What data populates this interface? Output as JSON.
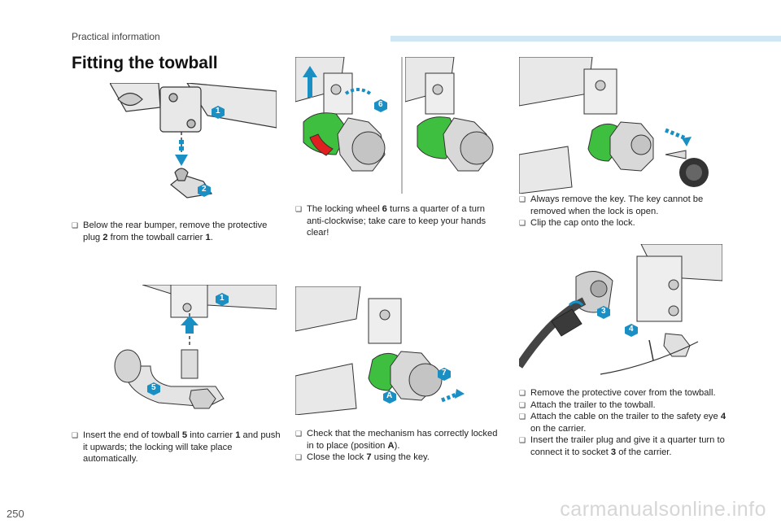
{
  "header": {
    "section": "Practical information"
  },
  "page": {
    "title": "Fitting the towball",
    "number": "250"
  },
  "watermark": "carmanualsonline.info",
  "steps": {
    "s1": [
      {
        "pre": "Below the rear bumper, remove the protective plug ",
        "num1": "2",
        "mid": " from the towball carrier ",
        "num2": "1",
        "post": "."
      }
    ],
    "s2": [
      {
        "pre": "The locking wheel ",
        "num1": "6",
        "mid": " turns a quarter of a turn anti-clockwise; take care to keep your hands clear!",
        "num2": "",
        "post": ""
      }
    ],
    "s3": [
      {
        "pre": "Always remove the key. The key cannot be removed when the lock is open.",
        "num1": "",
        "mid": "",
        "num2": "",
        "post": ""
      },
      {
        "pre": "Clip the cap onto the lock.",
        "num1": "",
        "mid": "",
        "num2": "",
        "post": ""
      }
    ],
    "s4": [
      {
        "pre": "Insert the end of towball ",
        "num1": "5",
        "mid": " into carrier ",
        "num2": "1",
        "post": " and push it upwards; the locking will take place automatically."
      }
    ],
    "s5": [
      {
        "pre": "Check that the mechanism has correctly locked in to place (position ",
        "num1": "A",
        "mid": ").",
        "num2": "",
        "post": ""
      },
      {
        "pre": "Close the lock ",
        "num1": "7",
        "mid": " using the key.",
        "num2": "",
        "post": ""
      }
    ],
    "s6": [
      {
        "pre": "Remove the protective cover from the towball.",
        "num1": "",
        "mid": "",
        "num2": "",
        "post": ""
      },
      {
        "pre": "Attach the trailer to the towball.",
        "num1": "",
        "mid": "",
        "num2": "",
        "post": ""
      },
      {
        "pre": "Attach the cable on the trailer to the safety eye ",
        "num1": "4",
        "mid": " on the carrier.",
        "num2": "",
        "post": ""
      },
      {
        "pre": "Insert the trailer plug and give it a quarter turn to connect it to socket ",
        "num1": "3",
        "mid": " of the carrier.",
        "num2": "",
        "post": ""
      }
    ]
  },
  "callouts": {
    "fig1": [
      "1",
      "2"
    ],
    "fig2": [
      "6"
    ],
    "fig4": [
      "1",
      "5"
    ],
    "fig5": [
      "7",
      "A"
    ],
    "fig6": [
      "3",
      "4"
    ]
  },
  "colors": {
    "accent": "#1a8fc4",
    "green": "#3fbf3f",
    "red": "#e02020",
    "tint": "#cfe6f3"
  }
}
